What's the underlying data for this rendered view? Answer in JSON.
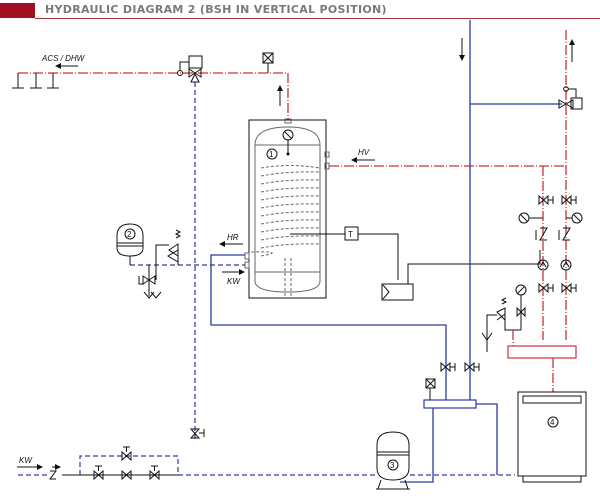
{
  "header": {
    "title": "HYDRAULIC DIAGRAM 2 (BSH IN VERTICAL POSITION)",
    "accent_color": "#a0101e"
  },
  "labels": {
    "dhw": "ACS / DHW",
    "hv": "HV",
    "hr": "HR",
    "kw_tank": "KW",
    "kw_inlet": "KW",
    "thermostat": "T"
  },
  "components": {
    "tank": "1",
    "expansion_vessel_dhw": "2",
    "expansion_vessel_heating": "3",
    "boiler": "4"
  },
  "colors": {
    "hot_line": "#c8343c",
    "cold_line": "#2d3aa0",
    "symbol": "#111111"
  }
}
